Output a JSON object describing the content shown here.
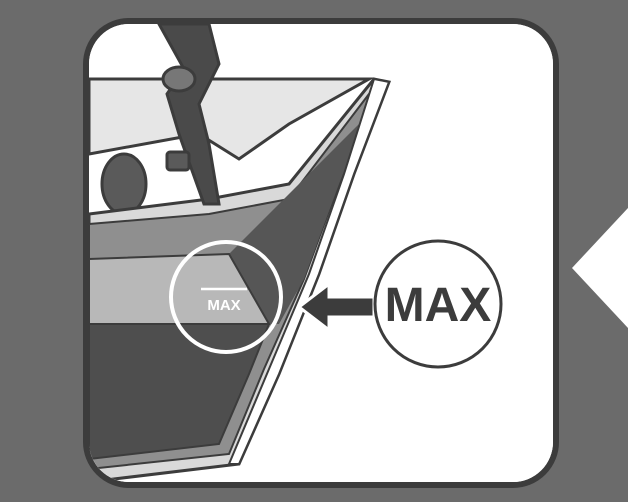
{
  "illustration": {
    "subject": "iron-water-tank",
    "fill_level_marking": "MAX",
    "callout_label": "MAX"
  },
  "colors": {
    "background": "#6b6b6b",
    "panel": "#ffffff",
    "outline": "#3c3c3c",
    "iron_dark": "#4a4a4a",
    "iron_mid": "#8c8c8c",
    "iron_light": "#d6d6d6"
  }
}
